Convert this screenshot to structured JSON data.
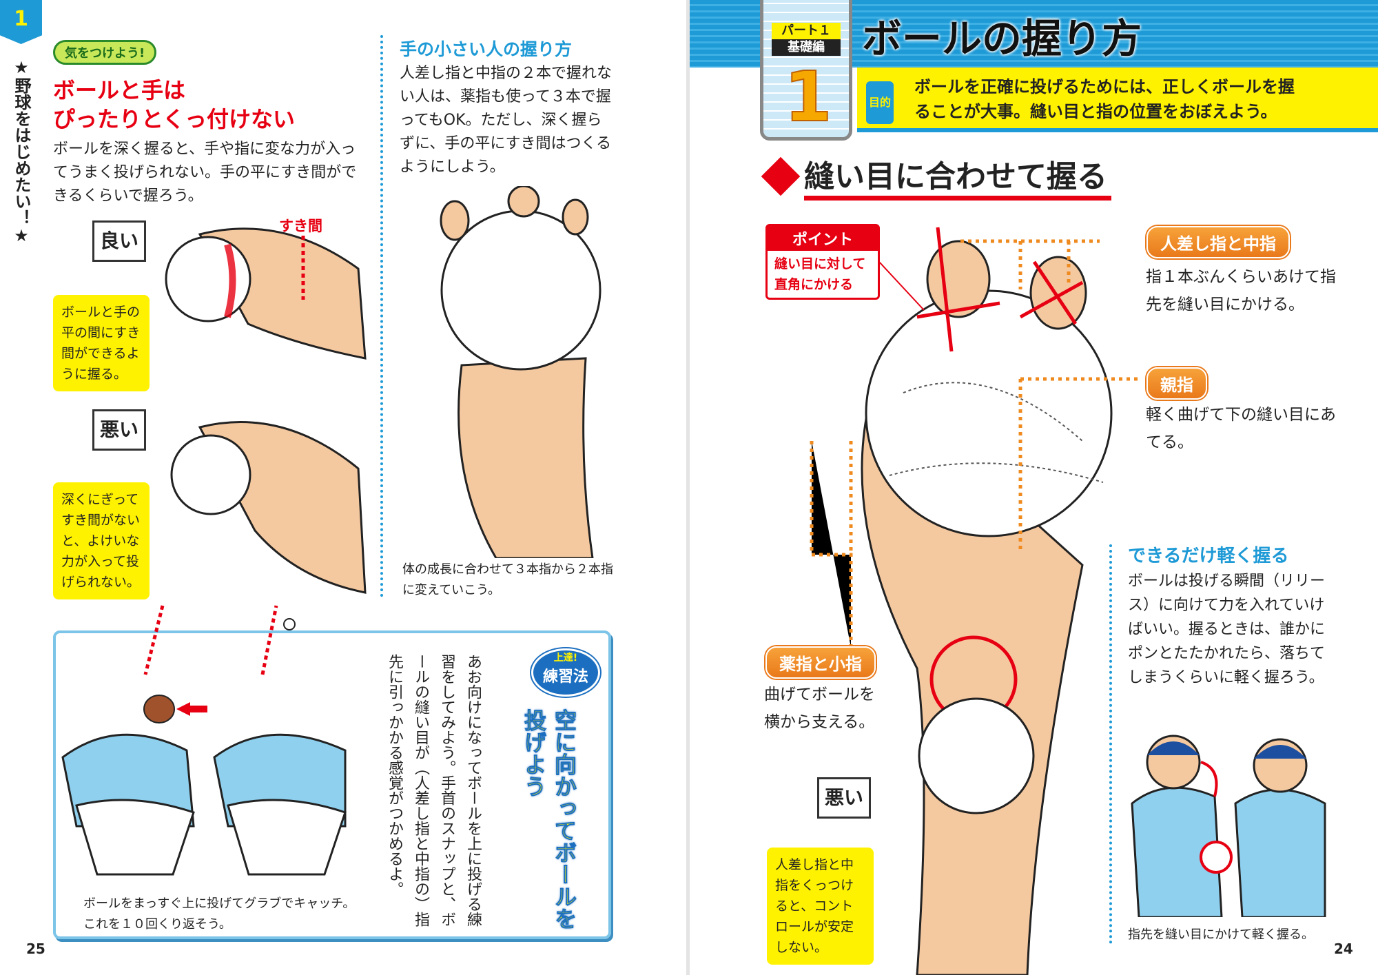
{
  "left_page": {
    "chapter_tab": "1",
    "side_title": "★野球をはじめたい！★",
    "badge": "気をつけよう!",
    "heading_line1": "ボールと手は",
    "heading_line2": "ぴったりとくっ付けない",
    "intro": "ボールを深く握ると、手や指に変な力が入ってうまく投げられない。手の平にすき間ができるくらいで握ろう。",
    "gap_label": "すき間",
    "good_sign": "良い",
    "good_note": "ボールと手の平の間にすき間ができるように握る。",
    "bad_sign": "悪い",
    "bad_note": "深くにぎってすき間がないと、よけいな力が入って投げられない。",
    "small_hands_title": "手の小さい人の握り方",
    "small_hands_body": "人差し指と中指の２本で握れない人は、薬指も使って３本で握ってもOK。ただし、深く握らずに、手の平にすき間はつくるようにしよう。",
    "small_hands_caption": "体の成長に合わせて３本指から２本指に変えていこう。",
    "practice": {
      "badge_top": "上達!",
      "badge_main": "練習法",
      "title": "空に向かってボールを投げよう",
      "body": "あお向けになってボールを上に投げる練習をしてみよう。手首のスナップと、ボールの縫い目が（人差し指と中指の）指先に引っかかる感覚がつかめるよ。",
      "caption_line1": "ボールをまっすぐ上に投げてグラブでキャッチ。",
      "caption_line2": "これを１０回くり返そう。"
    },
    "page_number": "25"
  },
  "right_page": {
    "part_label": "パート１",
    "part_sub": "基礎編",
    "part_number": "1",
    "title": "ボールの握り方",
    "purpose_icon": "目的",
    "purpose_line1": "ボールを正確に投げるためには、正しくボールを握",
    "purpose_line2": "ることが大事。縫い目と指の位置をおぼえよう。",
    "section_title": "縫い目に合わせて握る",
    "point_label": "ポイント",
    "point_text": "縫い目に対して直角にかける",
    "index_middle_label": "人差し指と中指",
    "index_middle_text": "指１本ぶんくらいあけて指先を縫い目にかける。",
    "thumb_label": "親指",
    "thumb_text": "軽く曲げて下の縫い目にあてる。",
    "ring_pinky_label": "薬指と小指",
    "ring_pinky_text": "曲げてボールを横から支える。",
    "bad_sign": "悪い",
    "bad_note": "人差し指と中指をくっつけると、コントロールが安定しない。",
    "light_grip_title": "できるだけ軽く握る",
    "light_grip_body": "ボールは投げる瞬間（リリース）に向けて力を入れていけばいい。握るときは、誰かにポンとたたかれたら、落ちてしまうくらいに軽く握ろう。",
    "light_grip_caption": "指先を縫い目にかけて軽く握る。",
    "page_number": "24"
  },
  "colors": {
    "blue": "#1e9ad6",
    "yellow": "#fff200",
    "red": "#e60012",
    "orange": "#ef8a1f",
    "skin": "#f5c9a0"
  }
}
